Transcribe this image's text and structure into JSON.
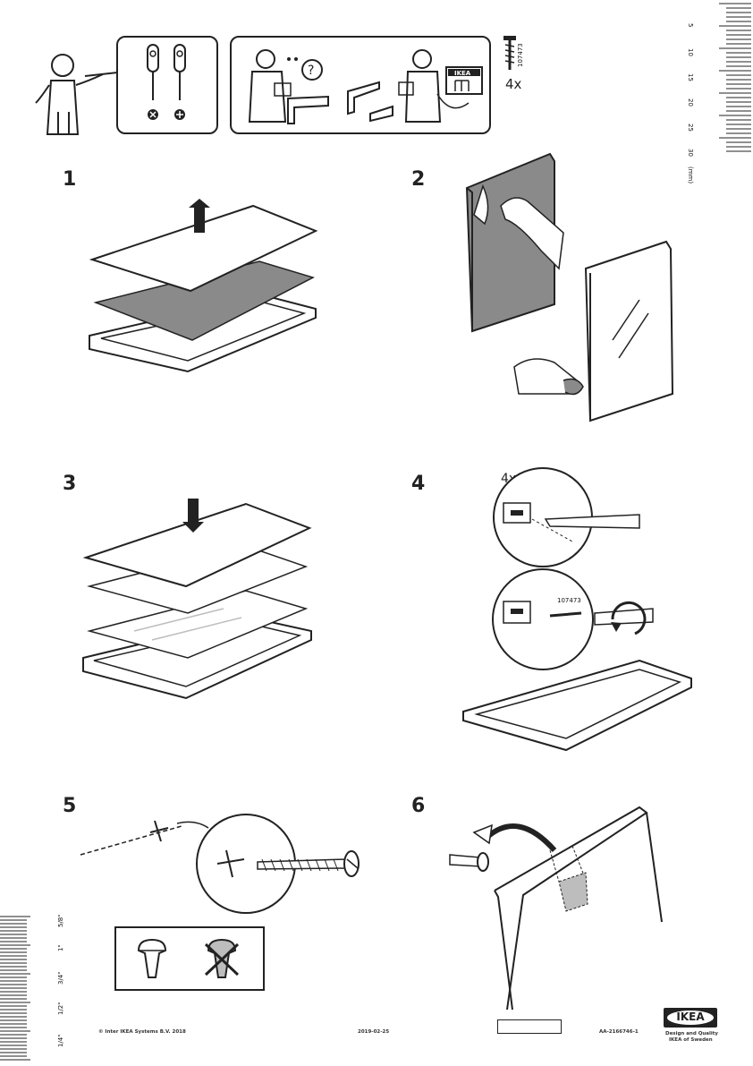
{
  "header": {
    "screw_part_number": "107473",
    "screw_quantity": "4x"
  },
  "ruler_right": {
    "labels": [
      "5",
      "10",
      "15",
      "20",
      "25",
      "30"
    ],
    "unit": "(mm)"
  },
  "ruler_left": {
    "labels": [
      "5/8\"",
      "1\"",
      "3/4\"",
      "1/2\"",
      "1/4\""
    ]
  },
  "steps": [
    {
      "number": "1"
    },
    {
      "number": "2"
    },
    {
      "number": "3"
    },
    {
      "number": "4",
      "quantity": "4x",
      "part_number": "107473"
    },
    {
      "number": "5"
    },
    {
      "number": "6"
    }
  ],
  "footer": {
    "copyright": "© Inter IKEA Systems B.V. 2018",
    "date": "2019-02-25",
    "doc_id": "AA-2166746-1",
    "logo_text": "IKEA",
    "tagline_line1": "Design and Quality",
    "tagline_line2": "IKEA of Sweden"
  },
  "colors": {
    "ink": "#222222",
    "gray_panel": "#8a8a8a",
    "light_gray": "#bdbdbd"
  }
}
